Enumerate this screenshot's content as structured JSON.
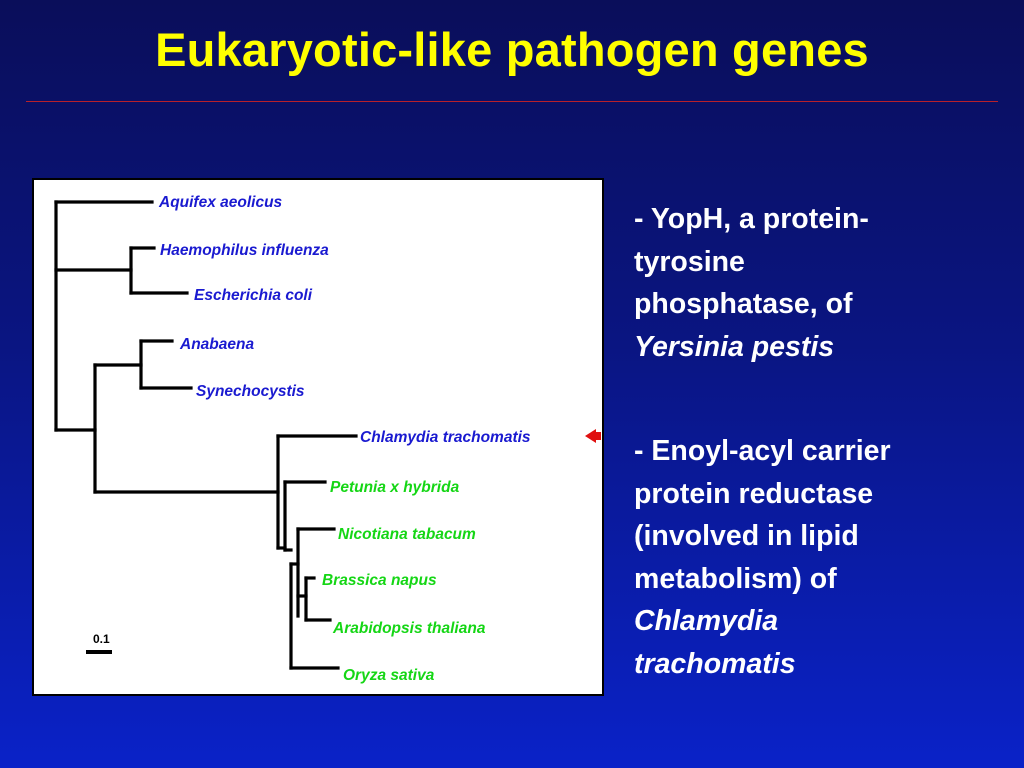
{
  "slide": {
    "title": "Eukaryotic-like pathogen genes"
  },
  "tree": {
    "taxa": [
      {
        "name": "Aquifex aeolicus",
        "color": "#1a1ad0"
      },
      {
        "name": "Haemophilus influenza",
        "color": "#1a1ad0"
      },
      {
        "name": "Escherichia coli",
        "color": "#1a1ad0"
      },
      {
        "name": "Anabaena",
        "color": "#1a1ad0"
      },
      {
        "name": "Synechocystis",
        "color": "#1a1ad0"
      },
      {
        "name": "Chlamydia trachomatis",
        "color": "#1a1ad0"
      },
      {
        "name": "Petunia x hybrida",
        "color": "#15d615"
      },
      {
        "name": "Nicotiana tabacum",
        "color": "#15d615"
      },
      {
        "name": "Brassica napus",
        "color": "#15d615"
      },
      {
        "name": "Arabidopsis thaliana",
        "color": "#15d615"
      },
      {
        "name": "Oryza sativa",
        "color": "#15d615"
      }
    ],
    "scale_label": "0.1",
    "highlight_color": "#e01010"
  },
  "bullets": {
    "first": {
      "line1": "- YopH, a protein-",
      "line2": "tyrosine",
      "line3": "phosphatase, of",
      "organism": "Yersinia pestis"
    },
    "second": {
      "line1": "- Enoyl-acyl carrier",
      "line2": "protein reductase",
      "line3": "(involved in lipid",
      "line4": "metabolism) of",
      "organism_line1": "Chlamydia",
      "organism_line2": "trachomatis"
    }
  }
}
